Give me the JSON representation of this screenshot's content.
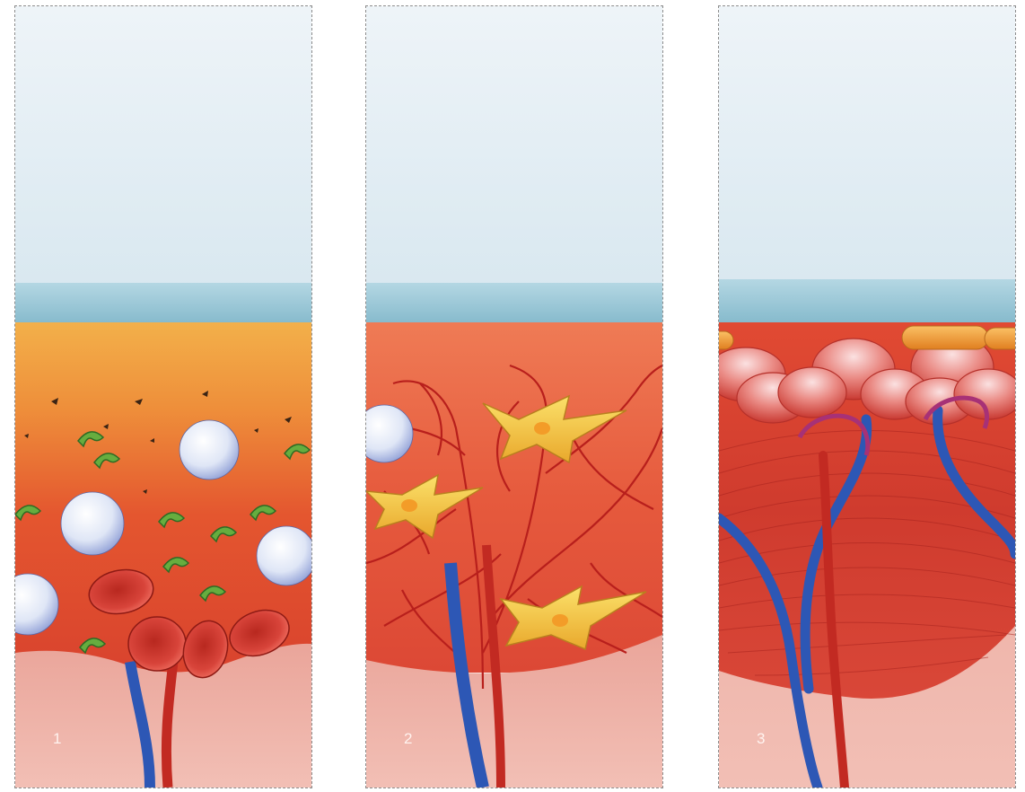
{
  "panels": [
    {
      "number": "1"
    },
    {
      "number": "2"
    },
    {
      "number": "3"
    }
  ],
  "colors": {
    "sky": "#e4eef4",
    "water": "#9cc9d7",
    "wound_orange": "#f19a3b",
    "tissue_red": "#dd4a33",
    "skin_pink": "#efb2a7",
    "vein_blue": "#2d57b5",
    "artery_red": "#c22a22",
    "bacteria_green": "#5fa63a",
    "fibroblast_yellow": "#f0c13c",
    "white_cell": "#e8eefa"
  }
}
